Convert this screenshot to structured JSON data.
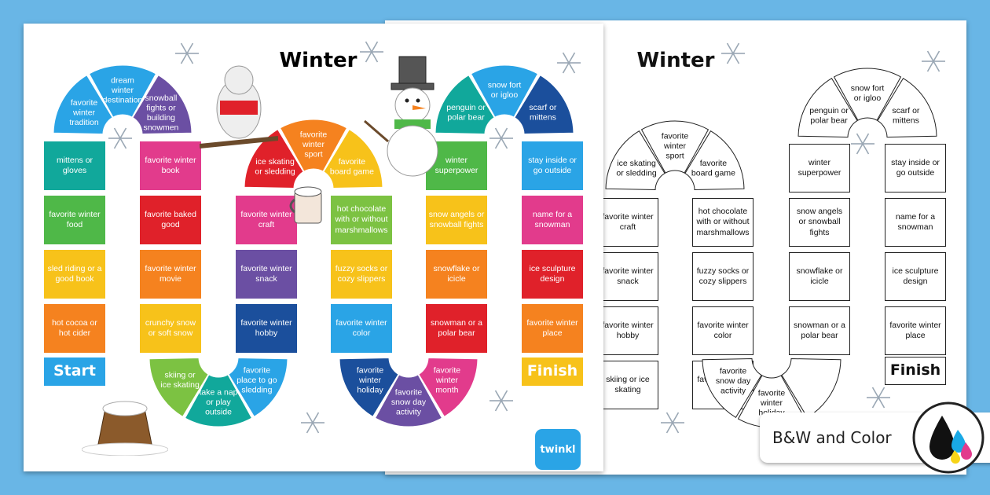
{
  "colors": {
    "background": "#69b6e6",
    "blue": "#2aa4e6",
    "teal": "#11a89b",
    "green": "#4fb848",
    "magenta": "#e23b8c",
    "red": "#e0212a",
    "purple": "#6b4fa3",
    "orange": "#f5821f",
    "yellow": "#f7c21a",
    "navy": "#1b4f9c",
    "lime": "#7cc242",
    "title_blue": "#1f5ab7"
  },
  "color_board": {
    "title": "Winter",
    "start_label": "Start",
    "finish_label": "Finish",
    "col1": [
      "mittens or gloves",
      "favorite winter food",
      "sled riding or a good book",
      "hot cocoa or hot cider"
    ],
    "col2": [
      "favorite winter book",
      "favorite baked good",
      "favorite winter movie",
      "crunchy snow or soft snow"
    ],
    "col3": [
      "favorite winter craft",
      "favorite winter snack",
      "favorite winter hobby"
    ],
    "col4": [
      "hot chocolate with or without marshmallows",
      "fuzzy socks or cozy slippers",
      "favorite winter color"
    ],
    "col5": [
      "winter superpower",
      "snow angels or snowball fights",
      "snowflake or icicle",
      "snowman or a polar bear"
    ],
    "col6": [
      "stay inside or go outside",
      "name for a snowman",
      "ice sculpture design",
      "favorite winter place"
    ],
    "arc_top_left": [
      "favorite winter tradition",
      "dream winter destination",
      "snowball fights or building snowmen"
    ],
    "arc_top_middle": [
      "ice skating or sledding",
      "favorite winter sport",
      "favorite board game"
    ],
    "arc_top_right": [
      "penguin or polar bear",
      "snow fort or igloo",
      "scarf or mittens"
    ],
    "arc_bottom_left": [
      "favorite place to go sledding",
      "take a nap or play outside",
      "skiing or ice skating"
    ],
    "arc_bottom_right": [
      "favorite winter month",
      "favorite snow day activity",
      "favorite winter holiday"
    ],
    "logo": "twinkl"
  },
  "bw_board": {
    "title": "Winter",
    "finish_label": "Finish",
    "col_a": [
      "favorite winter craft",
      "favorite winter snack",
      "favorite winter hobby",
      "skiing or ice skating"
    ],
    "col_b": [
      "hot chocolate with or without marshmallows",
      "fuzzy socks or cozy slippers",
      "favorite winter color",
      "favorite winter month"
    ],
    "col_c": [
      "winter superpower",
      "snow angels or snowball fights",
      "snowflake or icicle",
      "snowman or a polar bear"
    ],
    "col_d": [
      "stay inside or go outside",
      "name for a snowman",
      "ice sculpture design",
      "favorite winter place"
    ],
    "arc_a": [
      "ice skating or sledding",
      "favorite winter sport",
      "favorite board game"
    ],
    "arc_b": [
      "penguin or polar bear",
      "snow fort or igloo",
      "scarf or mittens"
    ],
    "arc_c": [
      "favorite snow day activity",
      "favorite winter holiday"
    ]
  },
  "badge": {
    "label": "B&W and Color"
  }
}
